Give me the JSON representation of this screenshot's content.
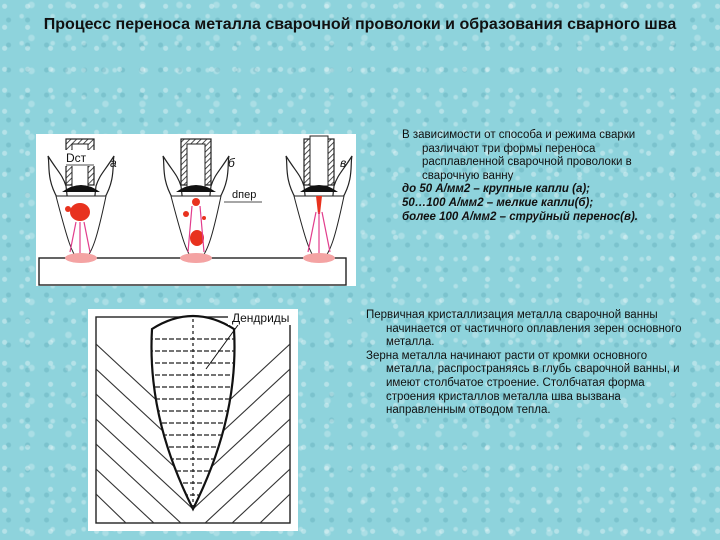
{
  "title": "Процесс переноса металла сварочной проволоки и образования сварного шва",
  "figure1": {
    "label_dst": "Dст",
    "label_dper": "dпер",
    "panel_labels": [
      "а",
      "б",
      "в"
    ]
  },
  "figure2": {
    "label_dendrites": "Дендриды"
  },
  "text_block1": {
    "intro": "В зависимости от способа и режима сварки различают три формы переноса расплавленной сварочной проволоки в сварочную ванну",
    "item_a": "до 50 А/мм2 – крупные капли (а);",
    "item_b": "50…100 А/мм2 – мелкие капли(б);",
    "item_c": "более 100 А/мм2 – струйный перенос(в)."
  },
  "text_block2": {
    "para1": "Первичная кристаллизация металла сварочной ванны начинается от частичного оплавления зерен основного металла.",
    "para2": "Зерна металла начинают расти от кромки основного металла, распространяясь в глубь сварочной ванны, и имеют столбчатое строение. Столбчатая форма строения кристаллов металла шва вызвана направленным отводом тепла."
  },
  "colors": {
    "background": "#8ed3dc",
    "droplet_red": "#e8321e",
    "pool_pink": "#f4a3a3",
    "stream_pink": "#e23c8c"
  }
}
